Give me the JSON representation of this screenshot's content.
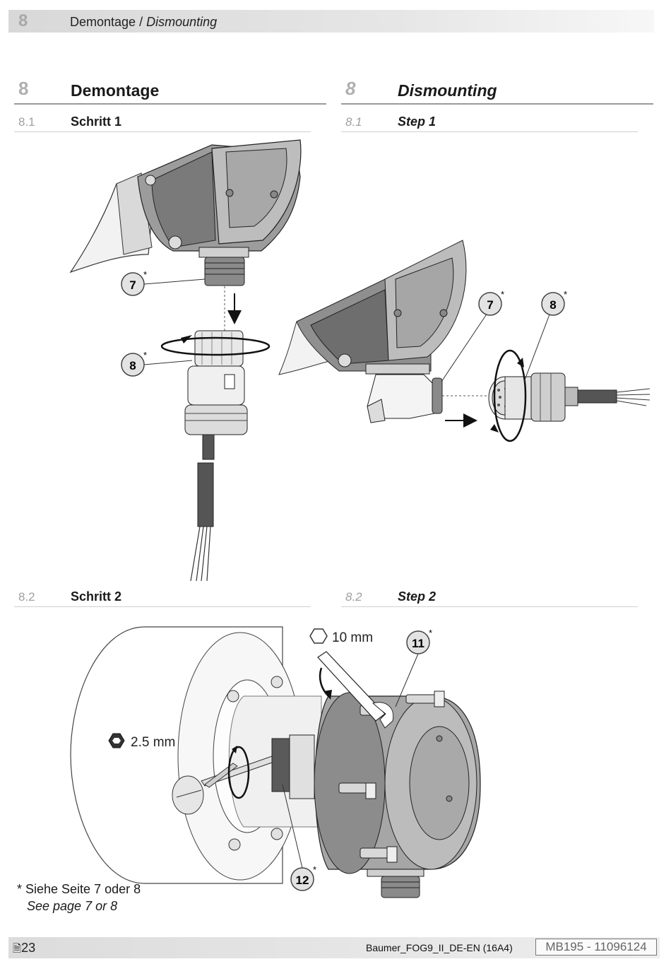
{
  "header": {
    "chapter_num": "8",
    "title_de": "Demontage",
    "title_sep": " / ",
    "title_en": "Dismounting"
  },
  "section_de": {
    "num": "8",
    "title": "Demontage"
  },
  "section_en": {
    "num": "8",
    "title": "Dismounting"
  },
  "step1_de": {
    "num": "8.1",
    "title": "Schritt 1"
  },
  "step1_en": {
    "num": "8.1",
    "title": "Step 1"
  },
  "step2_de": {
    "num": "8.2",
    "title": "Schritt 2"
  },
  "step2_en": {
    "num": "8.2",
    "title": "Step 2"
  },
  "callouts": {
    "c7": "7",
    "c8": "8",
    "c11": "11",
    "c12": "12",
    "star": "*"
  },
  "tools": {
    "wrench_size": "10 mm",
    "hex_key_size": "2.5 mm"
  },
  "note": {
    "de": "* Siehe Seite 7 oder 8",
    "en": "See page 7 or 8"
  },
  "footer": {
    "page": "23",
    "doc_name": "Baumer_FOG9_II_DE-EN  (16A4)",
    "doc_code": "MB195 - 11096124"
  }
}
